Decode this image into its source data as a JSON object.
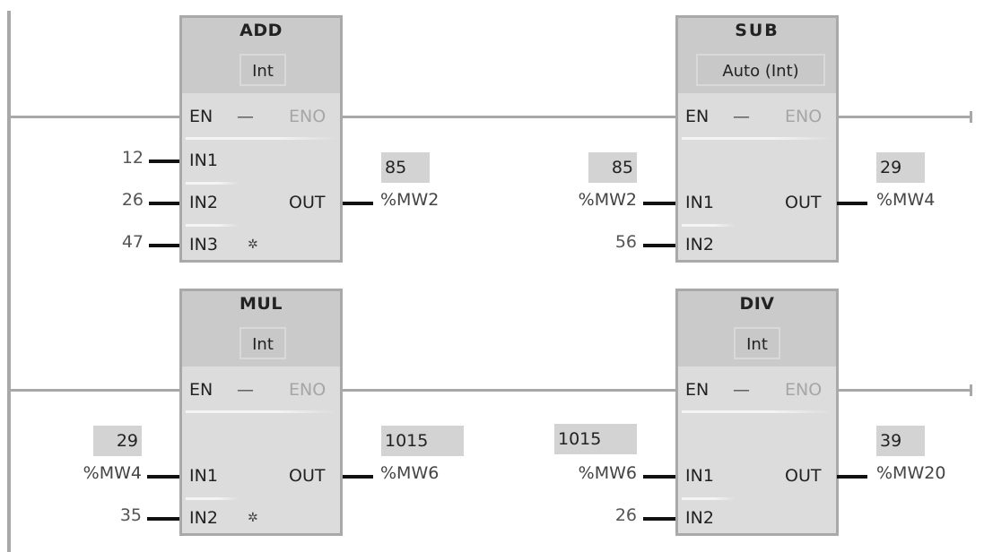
{
  "networks": [
    {
      "blocks": [
        {
          "title": "ADD",
          "type": "Int",
          "en": "EN",
          "eno": "ENO",
          "dash": "—",
          "inputs": [
            {
              "pin": "IN1",
              "operand": "12"
            },
            {
              "pin": "IN2",
              "operand": "26"
            },
            {
              "pin": "IN3",
              "operand": "47",
              "add_pin_icon": "✲"
            }
          ],
          "output": {
            "pin": "OUT",
            "address": "%MW2",
            "monitor_value": "85"
          }
        },
        {
          "title": "SUB",
          "type": "Auto (Int)",
          "en": "EN",
          "eno": "ENO",
          "dash": "—",
          "inputs": [
            {
              "pin": "IN1",
              "operand": "%MW2",
              "monitor_value": "85"
            },
            {
              "pin": "IN2",
              "operand": "56"
            }
          ],
          "output": {
            "pin": "OUT",
            "address": "%MW4",
            "monitor_value": "29"
          }
        }
      ]
    },
    {
      "blocks": [
        {
          "title": "MUL",
          "type": "Int",
          "en": "EN",
          "eno": "ENO",
          "dash": "—",
          "inputs": [
            {
              "pin": "IN1",
              "operand": "%MW4",
              "monitor_value": "29"
            },
            {
              "pin": "IN2",
              "operand": "35",
              "add_pin_icon": "✲"
            }
          ],
          "output": {
            "pin": "OUT",
            "address": "%MW6",
            "monitor_value": "1015"
          }
        },
        {
          "title": "DIV",
          "type": "Int",
          "en": "EN",
          "eno": "ENO",
          "dash": "—",
          "inputs": [
            {
              "pin": "IN1",
              "operand": "%MW6",
              "monitor_value": "1015"
            },
            {
              "pin": "IN2",
              "operand": "26"
            }
          ],
          "output": {
            "pin": "OUT",
            "address": "%MW20",
            "monitor_value": "39"
          }
        }
      ]
    }
  ],
  "colors": {
    "rail": "#a8a8a8",
    "block_body": "#dcdcdc",
    "block_header": "#cacaca",
    "monitor_bg": "#d3d3d3",
    "signal_wire": "#111111"
  }
}
